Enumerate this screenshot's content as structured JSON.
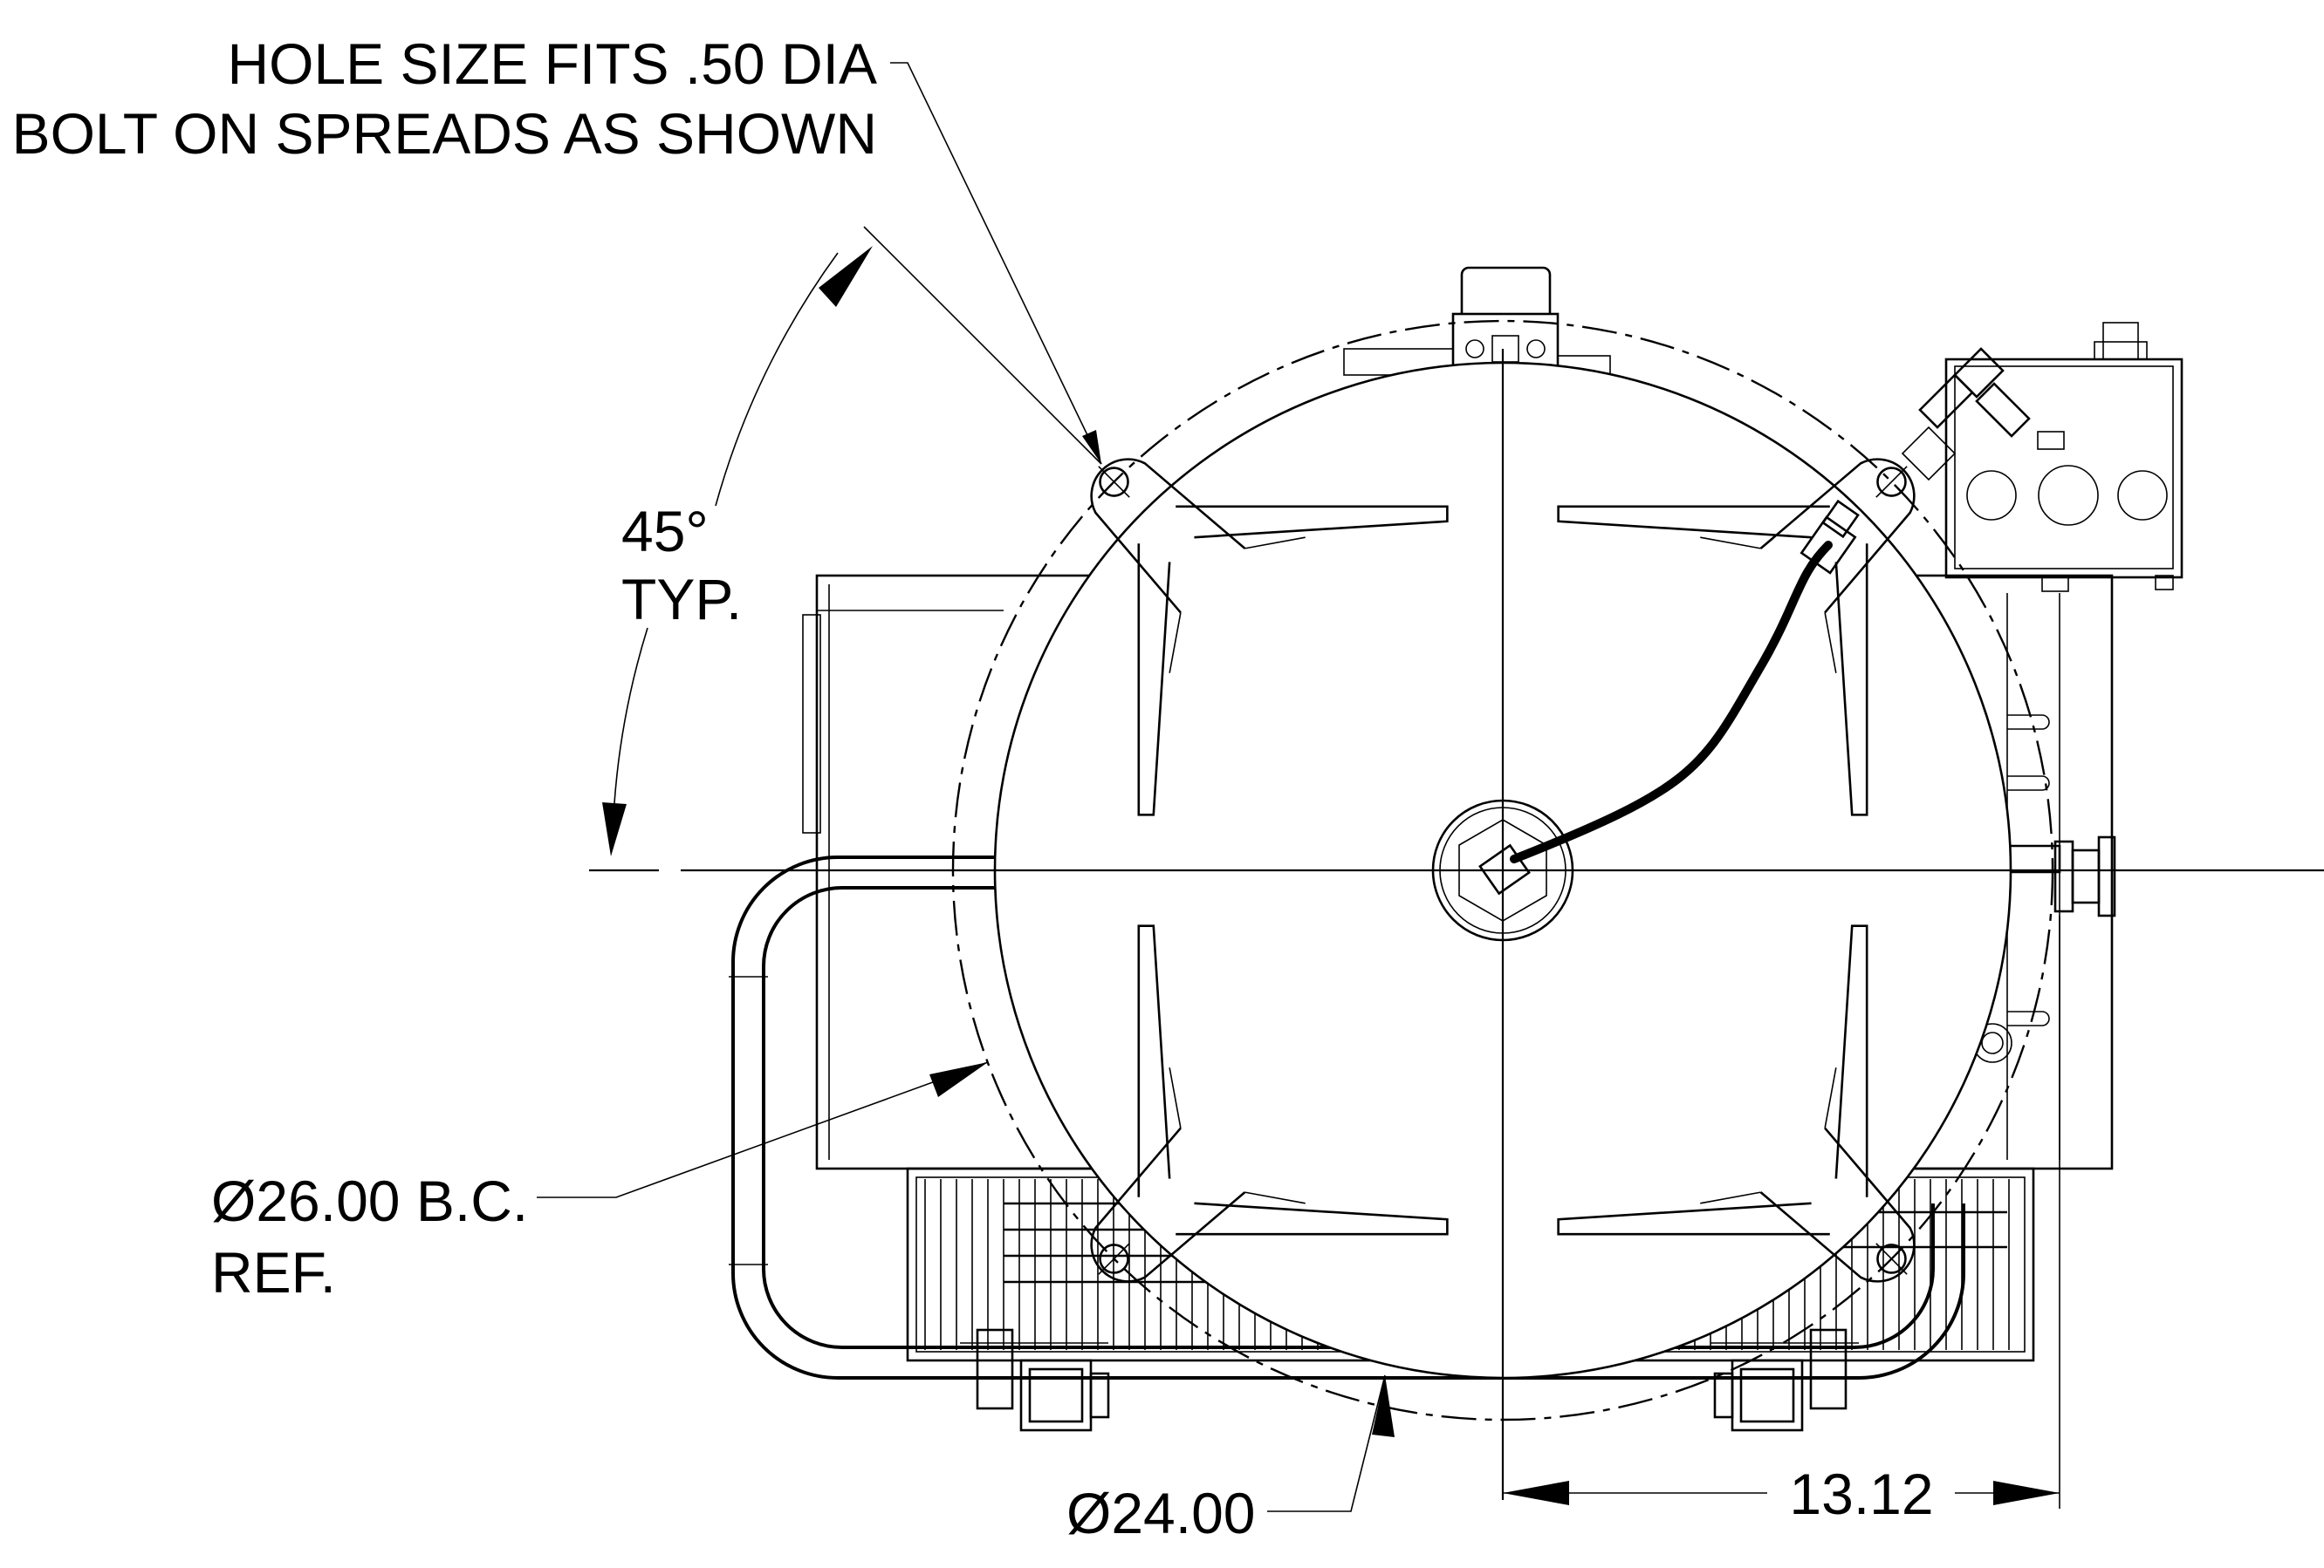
{
  "annotations": {
    "hole_note_line1": "HOLE SIZE FITS .50 DIA",
    "hole_note_line2": "BOLT ON SPREADS AS SHOWN",
    "angle_value": "45°",
    "angle_suffix": "TYP.",
    "bolt_circle_line1": "Ø26.00 B.C.",
    "bolt_circle_line2": "REF.",
    "diameter_label": "Ø24.00",
    "offset_dimension": "13.12"
  },
  "colors": {
    "line": "#000000",
    "background": "#ffffff"
  }
}
